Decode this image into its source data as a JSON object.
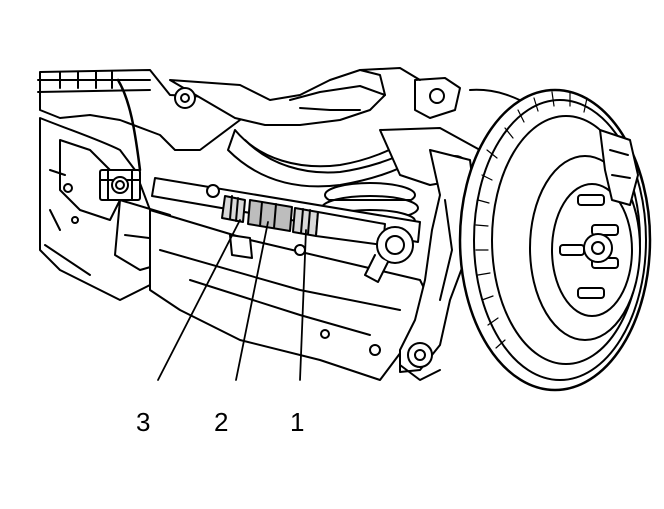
{
  "callouts": [
    {
      "id": "1",
      "label": "1"
    },
    {
      "id": "2",
      "label": "2"
    },
    {
      "id": "3",
      "label": "3"
    }
  ],
  "colors": {
    "ink": "#000000",
    "paper": "#ffffff",
    "shade": "#d9d9d9",
    "shade_dark": "#bdbdbd"
  }
}
